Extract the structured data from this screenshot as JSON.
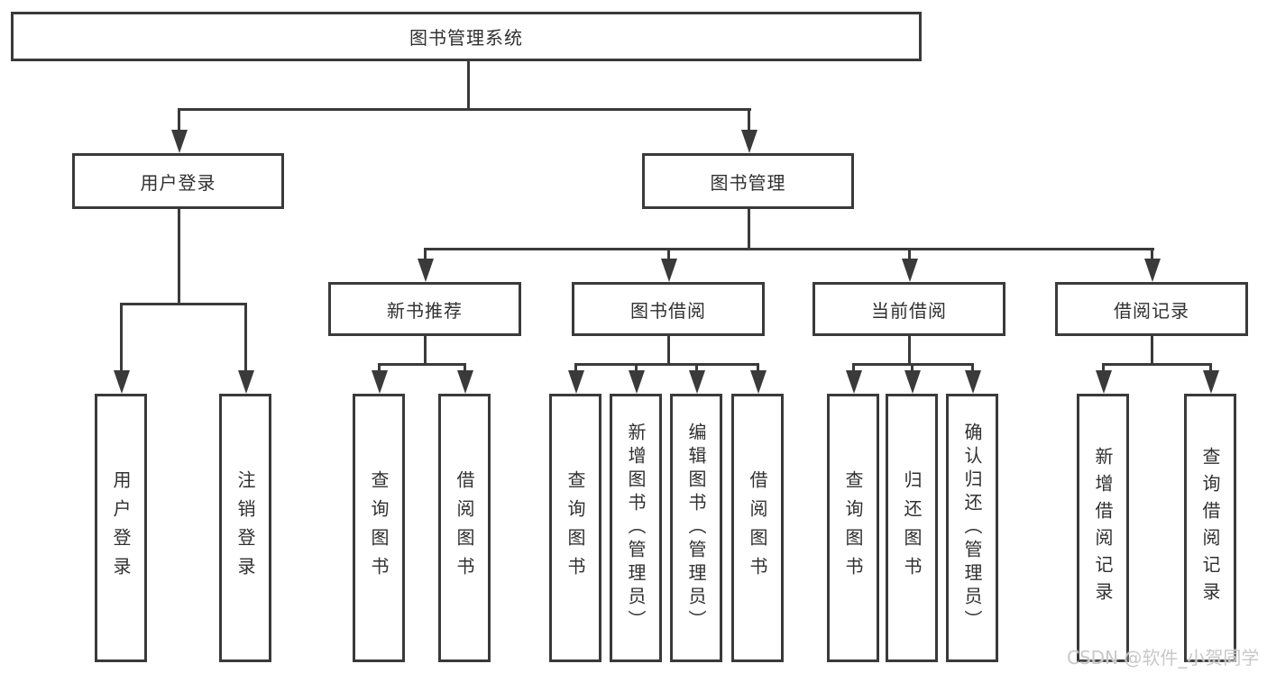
{
  "colors": {
    "line": "#3a3a3a",
    "text": "#303030",
    "watermark": "#c8c8c8",
    "background": "#ffffff"
  },
  "watermark": {
    "text": "CSDN @软件_小贺同学"
  },
  "diagram": {
    "root": {
      "label": "图书管理系统"
    },
    "level2": [
      {
        "label": "用户登录"
      },
      {
        "label": "图书管理"
      }
    ],
    "level3": [
      {
        "label": "新书推荐"
      },
      {
        "label": "图书借阅"
      },
      {
        "label": "当前借阅"
      },
      {
        "label": "借阅记录"
      }
    ],
    "leaves": [
      {
        "label": "用户登录"
      },
      {
        "label": "注销登录"
      },
      {
        "label": "查询图书"
      },
      {
        "label": "借阅图书"
      },
      {
        "label": "查询图书"
      },
      {
        "label": "新增图书（管理员）"
      },
      {
        "label": "编辑图书（管理员）"
      },
      {
        "label": "借阅图书"
      },
      {
        "label": "查询图书"
      },
      {
        "label": "归还图书"
      },
      {
        "label": "确认归还（管理员）"
      },
      {
        "label": "新增借阅记录"
      },
      {
        "label": "查询借阅记录"
      }
    ]
  }
}
